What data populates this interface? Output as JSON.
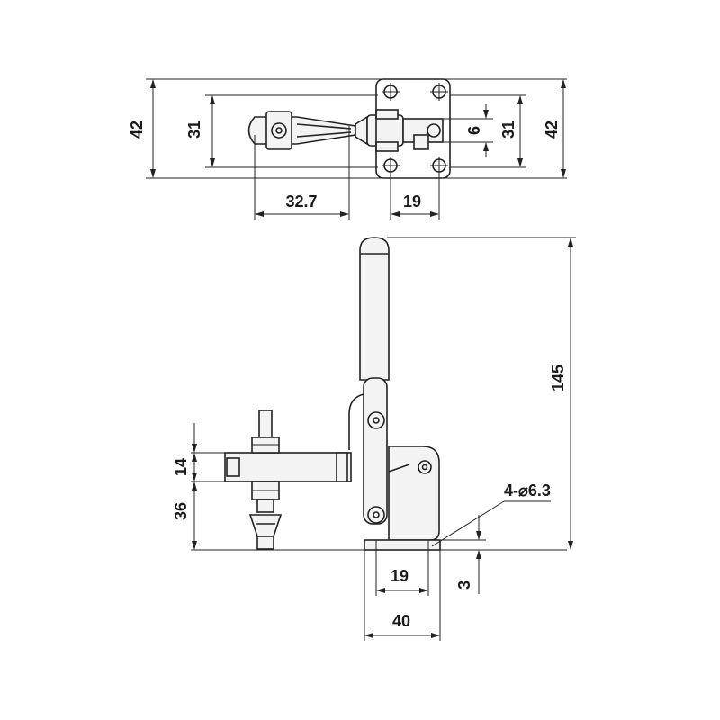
{
  "top_view": {
    "dim_overall_height": "42",
    "dim_left_height": "31",
    "dim_bar_length": "32.7",
    "dim_hole_spacing": "19",
    "dim_slot_width": "6",
    "dim_right_inner_height": "31",
    "dim_right_overall_height": "42"
  },
  "side_view": {
    "dim_spindle_upper": "14",
    "dim_spindle_lower": "36",
    "dim_total_height": "145",
    "dim_holes": "4-⌀6.3",
    "dim_base_hole_spacing": "19",
    "dim_base_thickness": "3",
    "dim_base_width": "40"
  }
}
